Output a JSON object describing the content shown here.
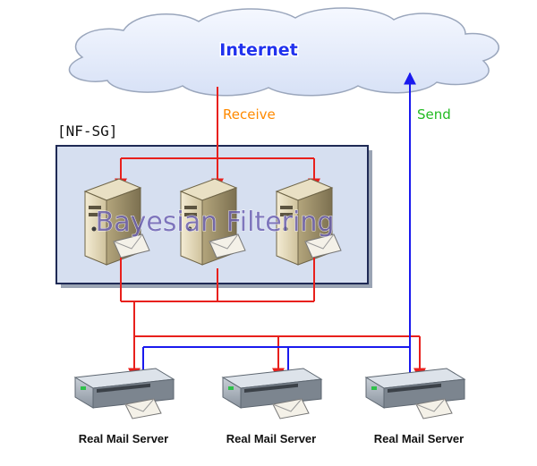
{
  "cloud": {
    "label": "Internet"
  },
  "flows": {
    "receive": "Receive",
    "send": "Send"
  },
  "group": {
    "label": "[NF-SG]",
    "overlay": "Bayesian Filtering"
  },
  "mail_servers": [
    {
      "label": "Real Mail Server"
    },
    {
      "label": "Real Mail Server"
    },
    {
      "label": "Real Mail Server"
    }
  ],
  "colors": {
    "receive_line": "#e8201c",
    "send_line": "#1a1aee",
    "receive_text": "#ff8a00",
    "send_text": "#22bb22",
    "group_fill": "#d6dff0"
  }
}
